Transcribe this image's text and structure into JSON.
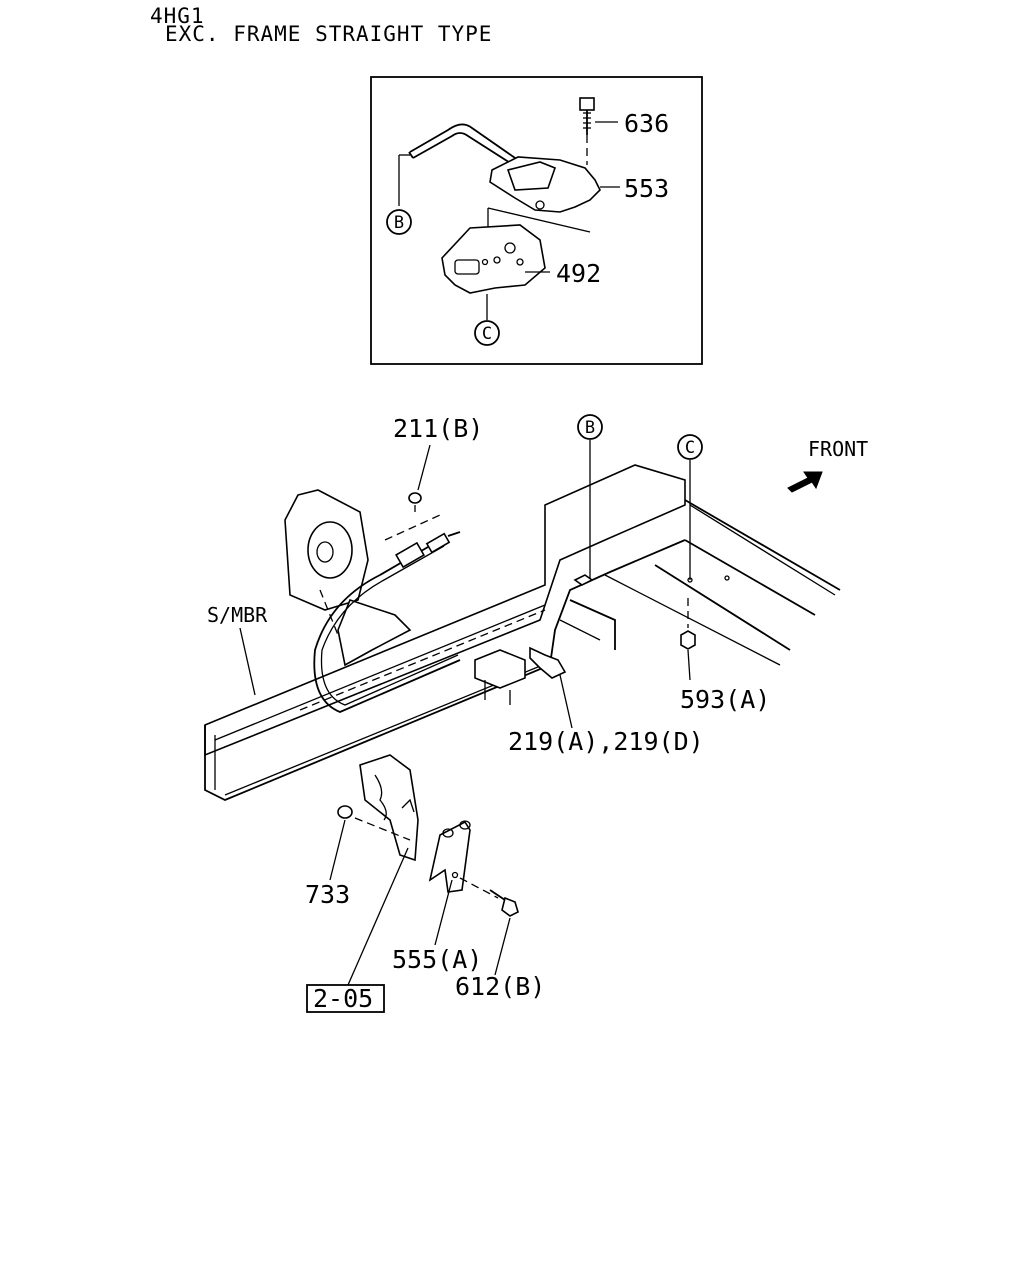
{
  "header": {
    "engine": "4HG1",
    "variant": "EXC. FRAME STRAIGHT TYPE"
  },
  "callouts": {
    "p636": "636",
    "p553": "553",
    "p492": "492",
    "ref_b": "B",
    "ref_c": "C",
    "p211b": "211(B)",
    "front": "FRONT",
    "smbr": "S/MBR",
    "p593a": "593(A)",
    "p219": "219(A),219(D)",
    "p733": "733",
    "p555a": "555(A)",
    "p612b": "612(B)",
    "ref_205": "2-05"
  }
}
